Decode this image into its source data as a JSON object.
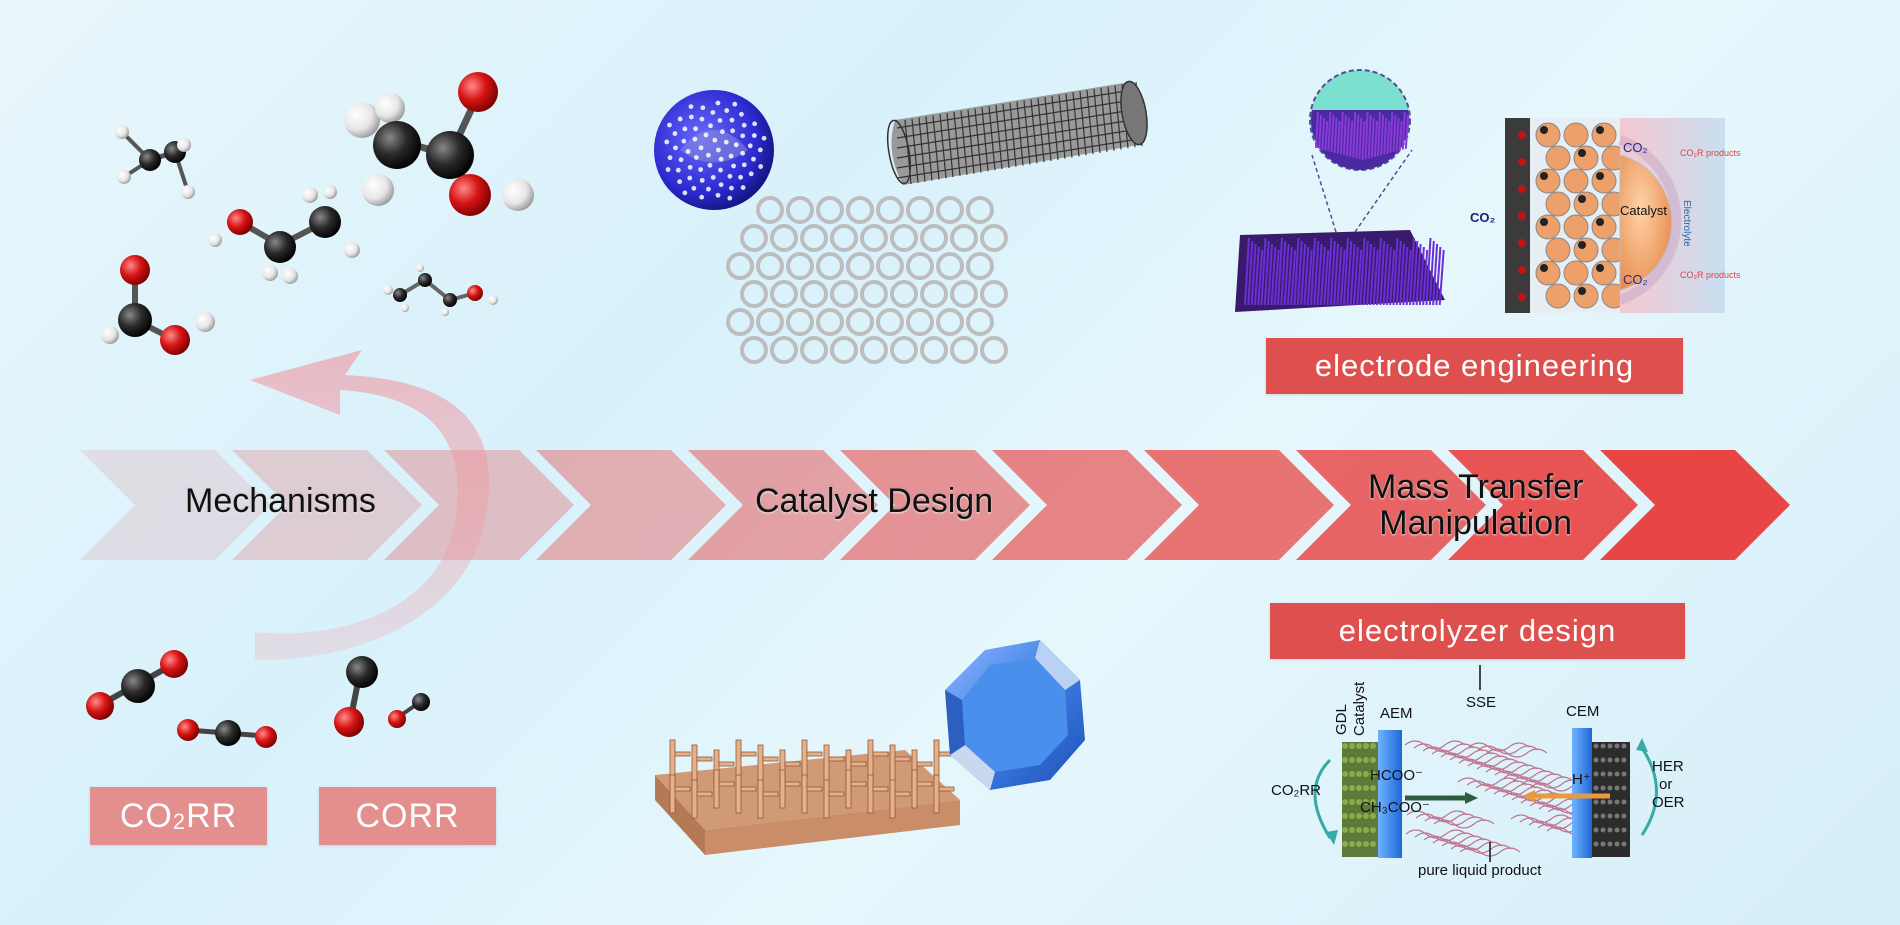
{
  "stages": {
    "mechanisms": "Mechanisms",
    "catalyst_design": "Catalyst Design",
    "mass_transfer_line1": "Mass Transfer",
    "mass_transfer_line2": "Manipulation"
  },
  "chips": {
    "co2rr": "CO2RR",
    "corr": "CORR",
    "electrode_engineering": "electrode engineering",
    "electrolyzer_design": "electrolyzer design"
  },
  "electrode_panel": {
    "co2_left": "CO₂",
    "catalyst": "Catalyst",
    "co2_top": "CO₂",
    "co2_bottom": "CO₂",
    "products_top": "CO₂R products",
    "products_bottom": "CO₂R products",
    "electrolyte": "Electrolyte"
  },
  "electrolyzer_panel": {
    "gdl": "GDL",
    "catalyst": "Catalyst",
    "aem": "AEM",
    "sse": "SSE",
    "cem": "CEM",
    "hcoo": "HCOO⁻",
    "ch3coo": "CH₃COO⁻",
    "h_plus": "H⁺",
    "co2rr": "CO₂RR",
    "her": "HER",
    "or": "or",
    "oer": "OER",
    "pure_liquid": "pure liquid product"
  },
  "colors": {
    "chevron": "#e8403f",
    "chip_dark": "#dd4d4b",
    "chip_light": "#e58f8c",
    "carbon": "#222222",
    "oxygen": "#d61414",
    "hydrogen": "#eeeeee"
  }
}
